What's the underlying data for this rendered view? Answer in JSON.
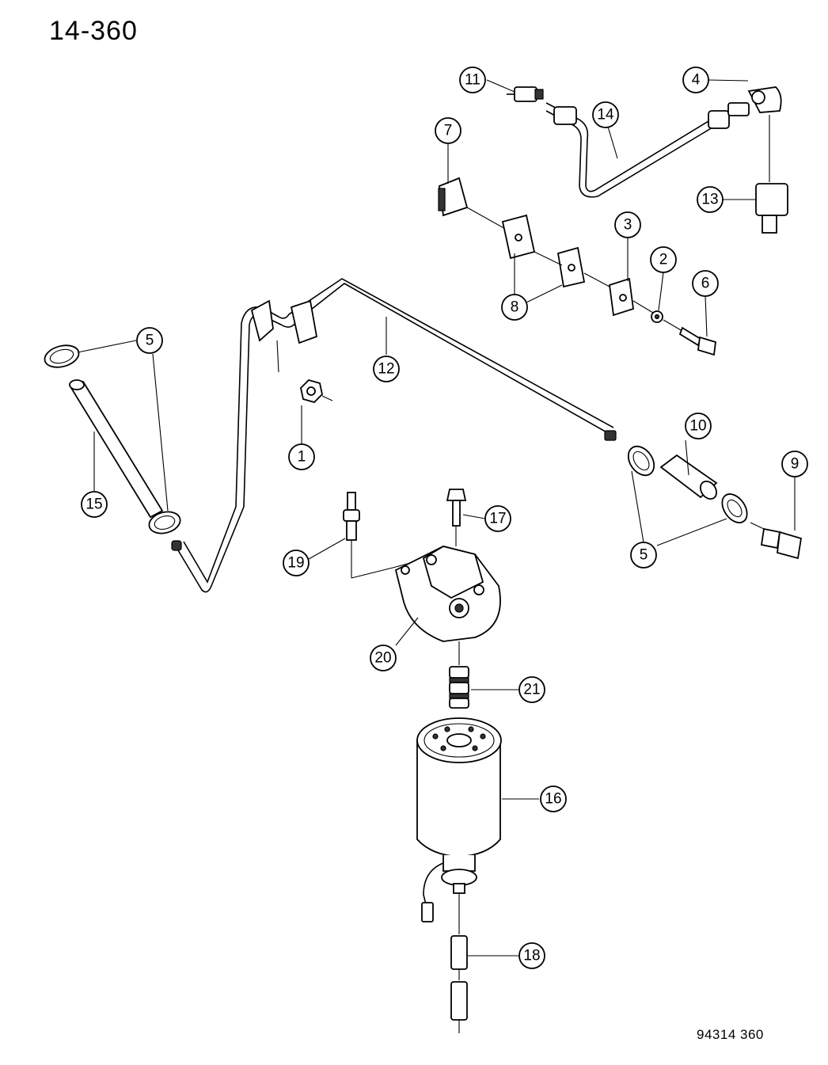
{
  "page": {
    "title": "14-360",
    "figure_code": "94314  360"
  },
  "callouts": {
    "c1": "1",
    "c2": "2",
    "c3": "3",
    "c4": "4",
    "c5a": "5",
    "c5b": "5",
    "c6": "6",
    "c7": "7",
    "c8": "8",
    "c9": "9",
    "c10": "10",
    "c11": "11",
    "c12": "12",
    "c13": "13",
    "c14": "14",
    "c15": "15",
    "c16": "16",
    "c17": "17",
    "c18": "18",
    "c19": "19",
    "c20": "20",
    "c21": "21"
  }
}
